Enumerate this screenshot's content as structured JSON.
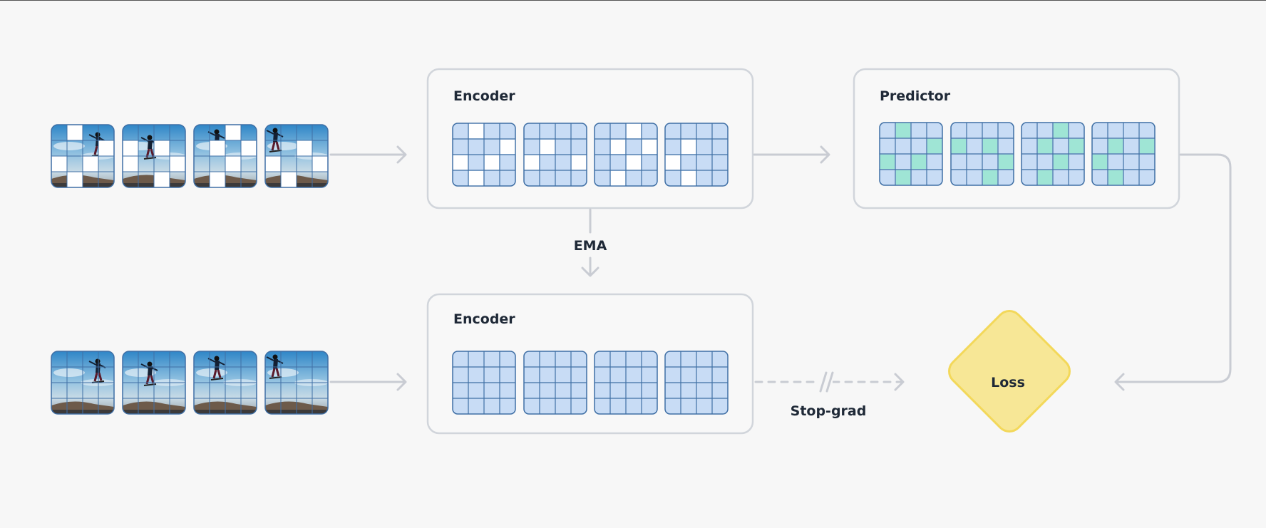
{
  "labels": {
    "context_encoder": "Encoder",
    "target_encoder": "Encoder",
    "predictor": "Predictor",
    "ema": "EMA",
    "stop_grad": "Stop-grad",
    "loss": "Loss"
  },
  "colors": {
    "background": "#f7f7f7",
    "box_border": "#d1d5db",
    "arrow": "#c9ccd3",
    "token_fill": "#c8dcf5",
    "token_border": "#3f6fa5",
    "masked_fill": "#ffffff",
    "predicted_fill": "#9fe5d5",
    "loss_fill": "#f7e796",
    "loss_border": "#f3d85a"
  }
}
